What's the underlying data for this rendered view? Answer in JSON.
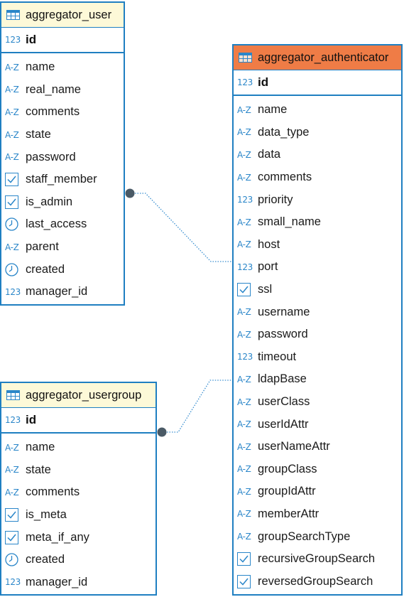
{
  "entities": {
    "user": {
      "title": "aggregator_user",
      "pk": {
        "label": "id",
        "type": "123"
      },
      "columns": [
        {
          "label": "name",
          "type": "A-Z"
        },
        {
          "label": "real_name",
          "type": "A-Z"
        },
        {
          "label": "comments",
          "type": "A-Z"
        },
        {
          "label": "state",
          "type": "A-Z"
        },
        {
          "label": "password",
          "type": "A-Z"
        },
        {
          "label": "staff_member",
          "type": "check"
        },
        {
          "label": "is_admin",
          "type": "check"
        },
        {
          "label": "last_access",
          "type": "clock"
        },
        {
          "label": "parent",
          "type": "A-Z"
        },
        {
          "label": "created",
          "type": "clock"
        },
        {
          "label": "manager_id",
          "type": "123"
        }
      ]
    },
    "usergroup": {
      "title": "aggregator_usergroup",
      "pk": {
        "label": "id",
        "type": "123"
      },
      "columns": [
        {
          "label": "name",
          "type": "A-Z"
        },
        {
          "label": "state",
          "type": "A-Z"
        },
        {
          "label": "comments",
          "type": "A-Z"
        },
        {
          "label": "is_meta",
          "type": "check"
        },
        {
          "label": "meta_if_any",
          "type": "check"
        },
        {
          "label": "created",
          "type": "clock"
        },
        {
          "label": "manager_id",
          "type": "123"
        }
      ]
    },
    "authenticator": {
      "title": "aggregator_authenticator",
      "pk": {
        "label": "id",
        "type": "123"
      },
      "columns": [
        {
          "label": "name",
          "type": "A-Z"
        },
        {
          "label": "data_type",
          "type": "A-Z"
        },
        {
          "label": "data",
          "type": "A-Z"
        },
        {
          "label": "comments",
          "type": "A-Z"
        },
        {
          "label": "priority",
          "type": "123"
        },
        {
          "label": "small_name",
          "type": "A-Z"
        },
        {
          "label": "host",
          "type": "A-Z"
        },
        {
          "label": "port",
          "type": "123"
        },
        {
          "label": "ssl",
          "type": "check"
        },
        {
          "label": "username",
          "type": "A-Z"
        },
        {
          "label": "password",
          "type": "A-Z"
        },
        {
          "label": "timeout",
          "type": "123"
        },
        {
          "label": "ldapBase",
          "type": "A-Z"
        },
        {
          "label": "userClass",
          "type": "A-Z"
        },
        {
          "label": "userIdAttr",
          "type": "A-Z"
        },
        {
          "label": "userNameAttr",
          "type": "A-Z"
        },
        {
          "label": "groupClass",
          "type": "A-Z"
        },
        {
          "label": "groupIdAttr",
          "type": "A-Z"
        },
        {
          "label": "memberAttr",
          "type": "A-Z"
        },
        {
          "label": "groupSearchType",
          "type": "A-Z"
        },
        {
          "label": "recursiveGroupSearch",
          "type": "check"
        },
        {
          "label": "reversedGroupSearch",
          "type": "check"
        }
      ]
    }
  },
  "colors": {
    "border": "#1f7fc1",
    "icon": "#2a86c9",
    "user_header": "#fdf9d8",
    "selected_header": "#ef7c46",
    "connector": "#3a8fd0",
    "connector_dot": "#4a5a66"
  }
}
